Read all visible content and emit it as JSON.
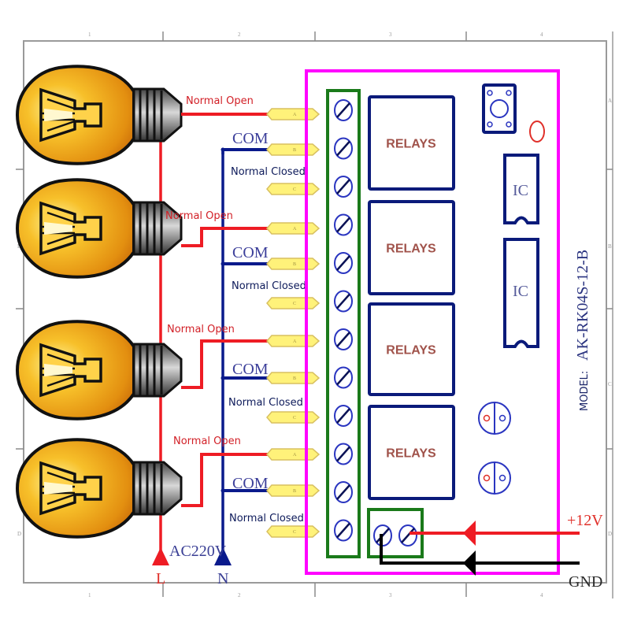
{
  "title_block": {
    "columns": [
      "1",
      "2",
      "3",
      "4"
    ],
    "rows": [
      "A",
      "B",
      "C",
      "D"
    ]
  },
  "power": {
    "source_label": "AC220V",
    "live_label": "L",
    "neutral_label": "N",
    "dc_positive_label": "+12V",
    "dc_ground_label": "GND"
  },
  "lamps": [
    {
      "open_label": "Normal Open",
      "com_label": "COM",
      "closed_label": "Normal Closed"
    },
    {
      "open_label": "Normal Open",
      "com_label": "COM",
      "closed_label": "Normal Closed"
    },
    {
      "open_label": "Normal Open",
      "com_label": "COM",
      "closed_label": "Normal Closed"
    },
    {
      "open_label": "Normal Open",
      "com_label": "COM",
      "closed_label": "Normal Closed"
    }
  ],
  "connector_pins": [
    "A",
    "B",
    "C"
  ],
  "board": {
    "relays": [
      "RELAYS",
      "RELAYS",
      "RELAYS",
      "RELAYS"
    ],
    "ic_labels": [
      "IC",
      "IC"
    ],
    "model_prefix": "MODEL:",
    "model_number": "AK-RK04S-12-B"
  },
  "colors": {
    "live_wire": "#ee1c24",
    "neutral_wire": "#0a1a8c",
    "board_outline": "#ff00ff",
    "terminal_block": "#1a7a1a",
    "component_outline": "#0a1a7a",
    "ground_wire": "#000000",
    "bulb_glass": "#f4a81d",
    "pin_fill": "#fff27a"
  }
}
